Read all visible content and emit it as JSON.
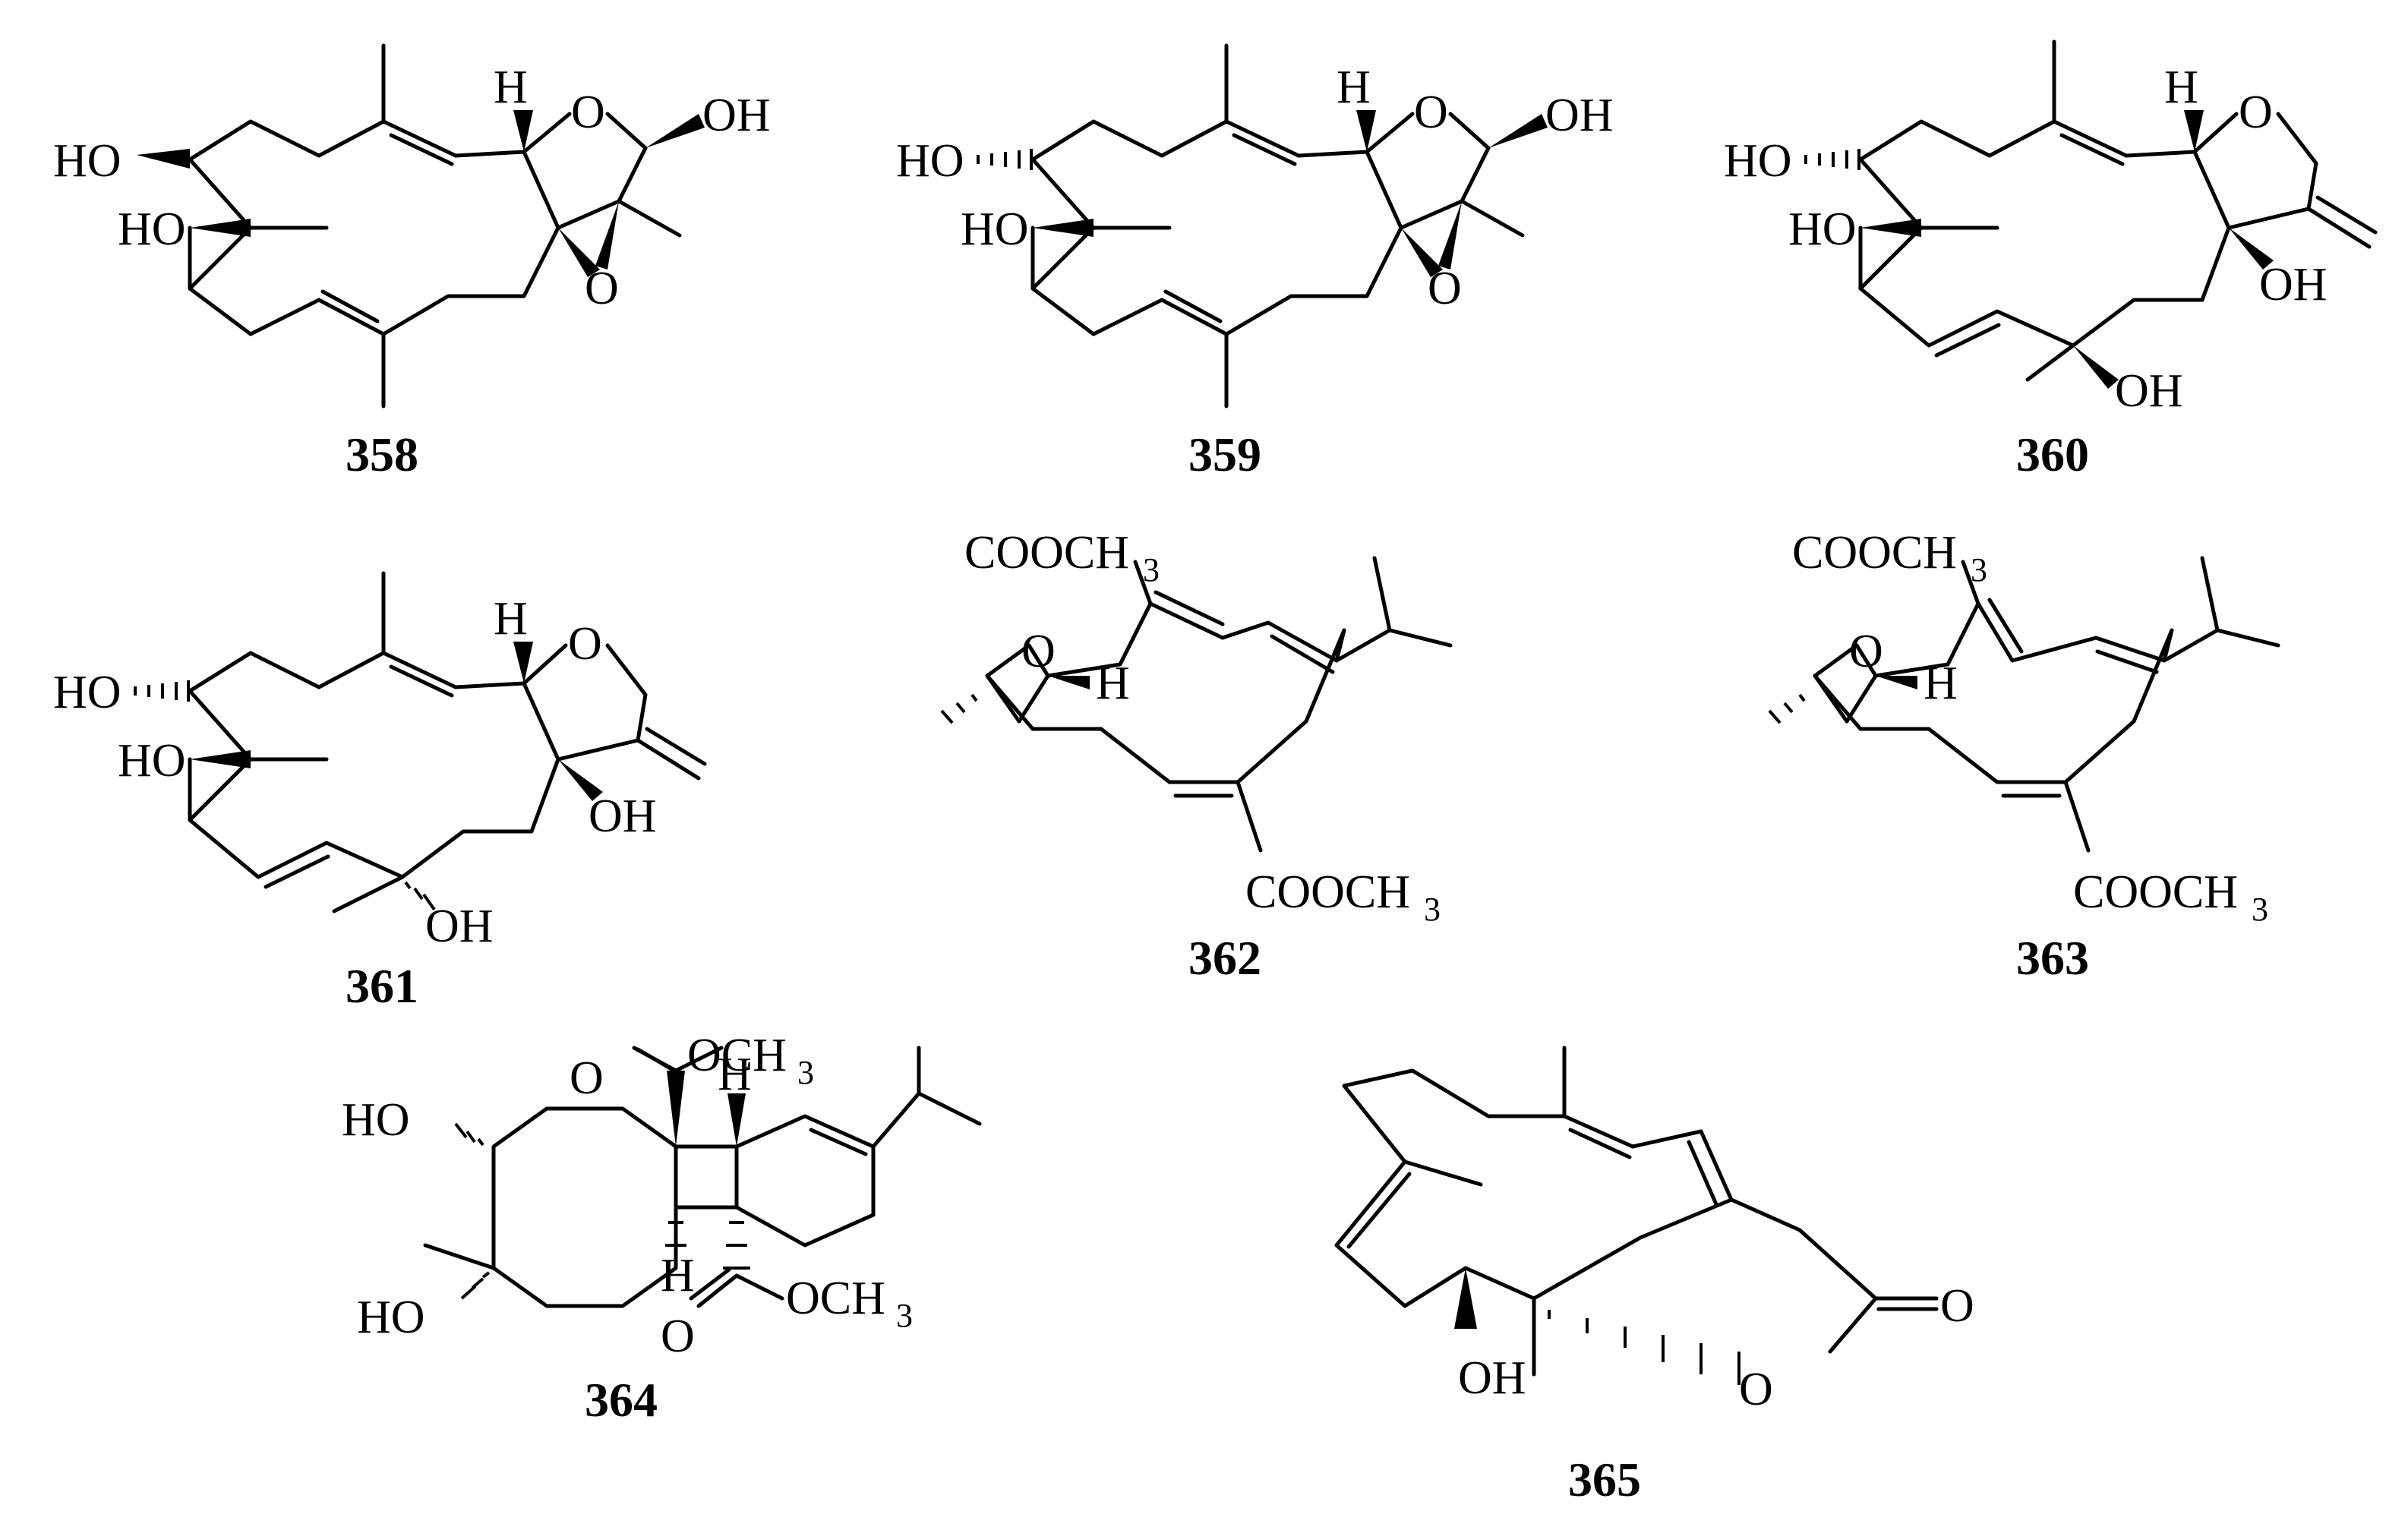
{
  "compounds": [
    {
      "id": "358",
      "labels": {
        "ho1": "HO",
        "ho2": "HO",
        "h": "H",
        "o_ring": "O",
        "oh": "OH",
        "o_epox": "O"
      }
    },
    {
      "id": "359",
      "labels": {
        "ho1": "HO",
        "ho2": "HO",
        "h": "H",
        "o_ring": "O",
        "oh": "OH",
        "o_epox": "O"
      }
    },
    {
      "id": "360",
      "labels": {
        "ho1": "HO",
        "ho2": "HO",
        "h": "H",
        "o_ring": "O",
        "oh1": "OH",
        "oh2": "OH"
      }
    },
    {
      "id": "361",
      "labels": {
        "ho1": "HO",
        "ho2": "HO",
        "h": "H",
        "o_ring": "O",
        "oh1": "OH",
        "oh2": "OH"
      }
    },
    {
      "id": "362",
      "labels": {
        "ester1": "COOCH",
        "ester1_sub": "3",
        "o_epox": "O",
        "h": "H",
        "ester2": "COOCH",
        "ester2_sub": "3"
      }
    },
    {
      "id": "363",
      "labels": {
        "ester1": "COOCH",
        "ester1_sub": "3",
        "o_epox": "O",
        "h": "H",
        "ester2": "COOCH",
        "ester2_sub": "3"
      }
    },
    {
      "id": "364",
      "labels": {
        "o1": "O",
        "och3_1": "OCH",
        "och3_1_sub": "3",
        "h1": "H",
        "ho1": "HO",
        "ho2": "HO",
        "h2": "H",
        "o2": "O",
        "och3_2": "OCH",
        "och3_2_sub": "3"
      }
    },
    {
      "id": "365",
      "labels": {
        "oh": "OH",
        "o_ring": "O",
        "o_carbonyl": "O"
      }
    }
  ]
}
